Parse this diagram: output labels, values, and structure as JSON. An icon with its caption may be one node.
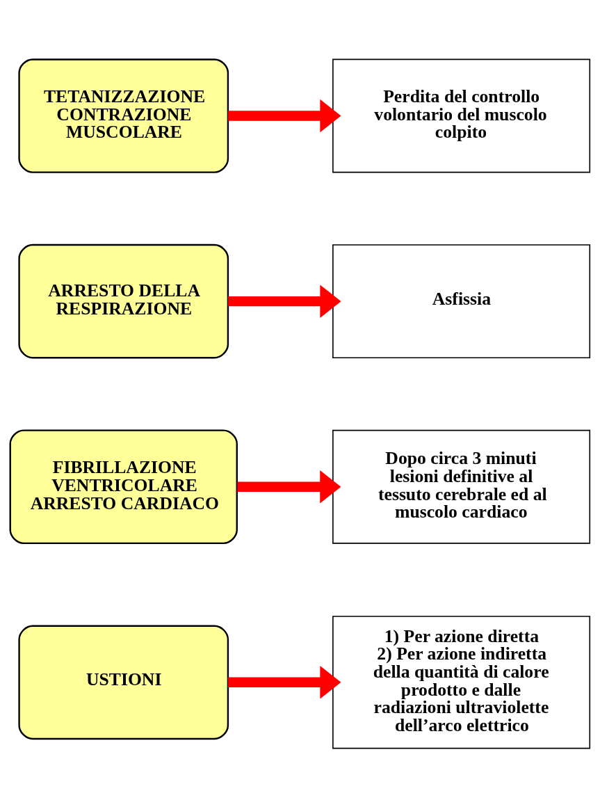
{
  "diagram": {
    "nodes": [
      {
        "text": [
          "TETANIZZAZIONE CONTRAZIONE MUSCOLARE"
        ]
      },
      {
        "text": [
          "Perdita del controllo volontario del muscolo colpito"
        ]
      },
      {
        "text": [
          "ARRESTO DELLA RESPIRAZIONE"
        ]
      },
      {
        "text": [
          "Asfissia"
        ]
      },
      {
        "text": [
          "FIBRILLAZIONE VENTRICOLARE ARRESTO CARDIACO"
        ]
      },
      {
        "text": [
          "Dopo circa 3 minuti lesioni definitive al tessuto cerebrale ed al muscolo cardiaco"
        ]
      },
      {
        "text": [
          "USTIONI"
        ]
      },
      {
        "text": [
          "1) Per azione diretta",
          "2) Per azione indiretta della quantità di calore prodotto e dalle radiazioni ultraviolette dell’arco elettrico"
        ]
      }
    ],
    "edges": [
      {
        "from": 0,
        "to": 1,
        "arrow": "to"
      },
      {
        "from": 2,
        "to": 3,
        "arrow": "to"
      },
      {
        "from": 4,
        "to": 5,
        "arrow": "to"
      },
      {
        "from": 6,
        "to": 7,
        "arrow": "to"
      }
    ]
  }
}
